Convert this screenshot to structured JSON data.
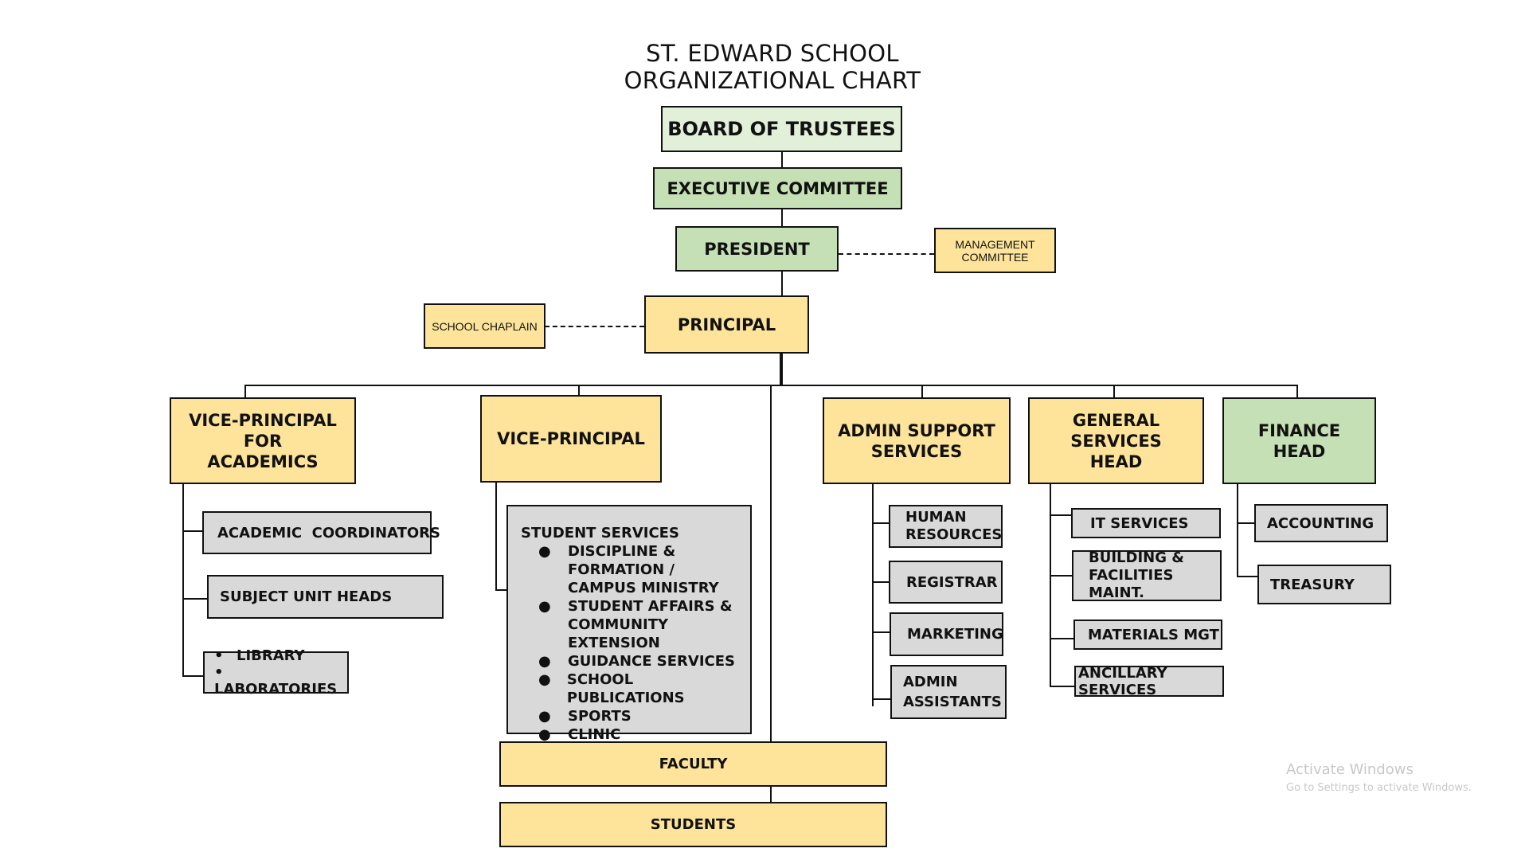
{
  "title": {
    "line1": "ST. EDWARD SCHOOL",
    "line2": "ORGANIZATIONAL CHART"
  },
  "colors": {
    "yellow": "#fde49a",
    "green": "#c5e0b4",
    "light_green": "#e2efd9",
    "gray": "#d9d9d9"
  },
  "top": {
    "board": "BOARD OF TRUSTEES",
    "executive": "EXECUTIVE COMMITTEE",
    "president": "PRESIDENT",
    "management": [
      "MANAGEMENT",
      "COMMITTEE"
    ],
    "principal": "PRINCIPAL",
    "chaplain": "SCHOOL CHAPLAIN"
  },
  "departments": {
    "vpa": {
      "label": [
        "VICE-PRINCIPAL FOR",
        "ACADEMICS"
      ],
      "children": [
        "ACADEMIC  COORDINATORS",
        "SUBJECT UNIT HEADS"
      ],
      "bullets": [
        "LIBRARY",
        "LABORATORIES"
      ]
    },
    "vp": {
      "label": "VICE-PRINCIPAL",
      "group_title": "STUDENT SERVICES",
      "bullets": [
        [
          "DISCIPLINE &",
          "FORMATION /",
          "CAMPUS MINISTRY"
        ],
        [
          "STUDENT AFFAIRS &",
          "COMMUNITY",
          "EXTENSION"
        ],
        [
          "GUIDANCE SERVICES"
        ],
        [
          "SCHOOL PUBLICATIONS"
        ],
        [
          "SPORTS"
        ],
        [
          "CLINIC"
        ]
      ]
    },
    "admin": {
      "label": [
        "ADMIN SUPPORT",
        "SERVICES"
      ],
      "children": [
        [
          "HUMAN",
          "RESOURCES"
        ],
        [
          "REGISTRAR"
        ],
        [
          "MARKETING"
        ],
        [
          "ADMIN",
          "ASSISTANTS"
        ]
      ]
    },
    "general": {
      "label": [
        "GENERAL SERVICES",
        "HEAD"
      ],
      "children": [
        [
          "IT SERVICES"
        ],
        [
          "BUILDING &",
          "FACILITIES MAINT."
        ],
        [
          "MATERIALS MGT"
        ],
        [
          "ANCILLARY SERVICES"
        ]
      ]
    },
    "finance": {
      "label": [
        "FINANCE",
        "HEAD"
      ],
      "children": [
        "ACCOUNTING",
        "TREASURY"
      ]
    }
  },
  "bottom": {
    "faculty": "FACULTY",
    "students": "STUDENTS"
  },
  "watermark": {
    "title": "Activate Windows",
    "subtitle": "Go to Settings to activate Windows."
  }
}
